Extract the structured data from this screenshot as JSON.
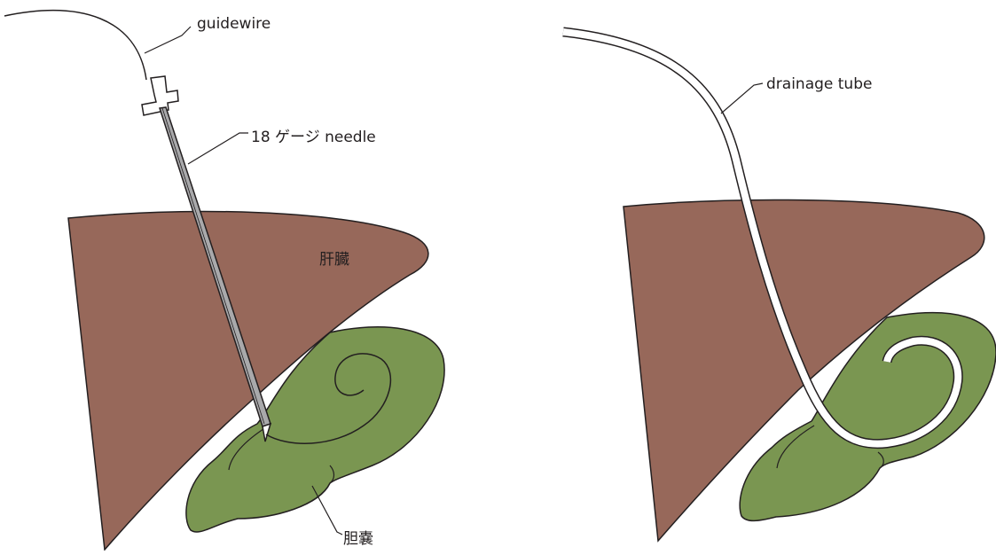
{
  "colors": {
    "liver": "#97685a",
    "gallbladder": "#7a9651",
    "needle": "#a9a9ab",
    "outline": "#231f20",
    "background": "#ffffff"
  },
  "left_panel": {
    "guidewire_label": "guidewire",
    "needle_label": "18 ゲージ needle",
    "liver_label": "肝臓",
    "gallbladder_label": "胆嚢"
  },
  "right_panel": {
    "tube_label": "drainage tube"
  }
}
